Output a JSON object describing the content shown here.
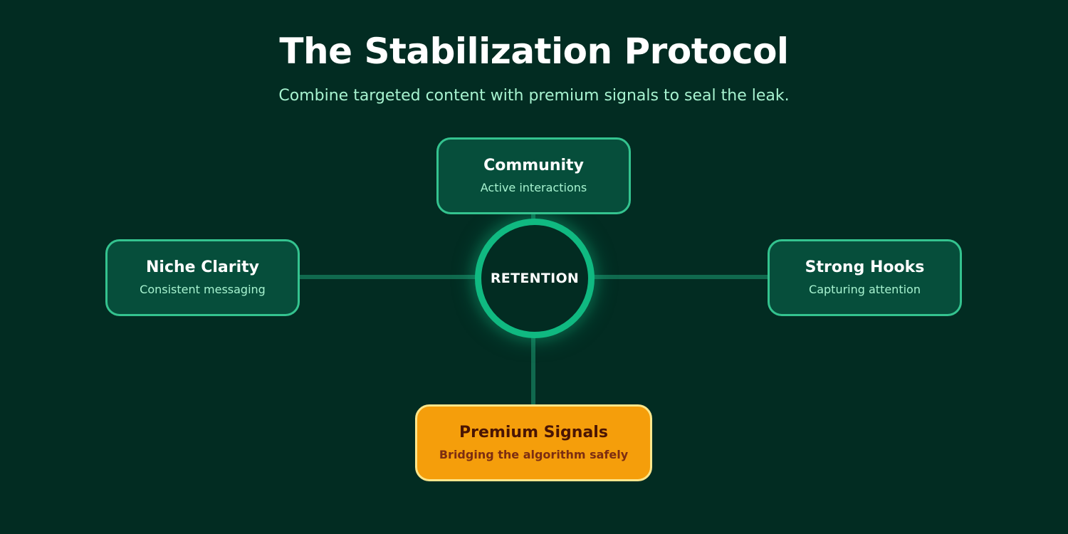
{
  "header": {
    "title": "The Stabilization Protocol",
    "subtitle": "Combine targeted content with premium signals to seal the leak."
  },
  "hub": {
    "label": "RETENTION",
    "ring_color": "#10b981"
  },
  "nodes": [
    {
      "id": "top",
      "title": "Community",
      "subtitle": "Active interactions"
    },
    {
      "id": "left",
      "title": "Niche Clarity",
      "subtitle": "Consistent messaging"
    },
    {
      "id": "right",
      "title": "Strong Hooks",
      "subtitle": "Capturing attention"
    },
    {
      "id": "bottom",
      "title": "Premium Signals",
      "subtitle": "Bridging the algorithm safely",
      "highlight": true
    }
  ],
  "colors": {
    "background": "#022c22",
    "node_fill": "#064e3b",
    "node_border": "#34c38f",
    "highlight_fill": "#f59e0b",
    "highlight_border": "#fde68a",
    "subtitle_text": "#a7f3d0"
  }
}
